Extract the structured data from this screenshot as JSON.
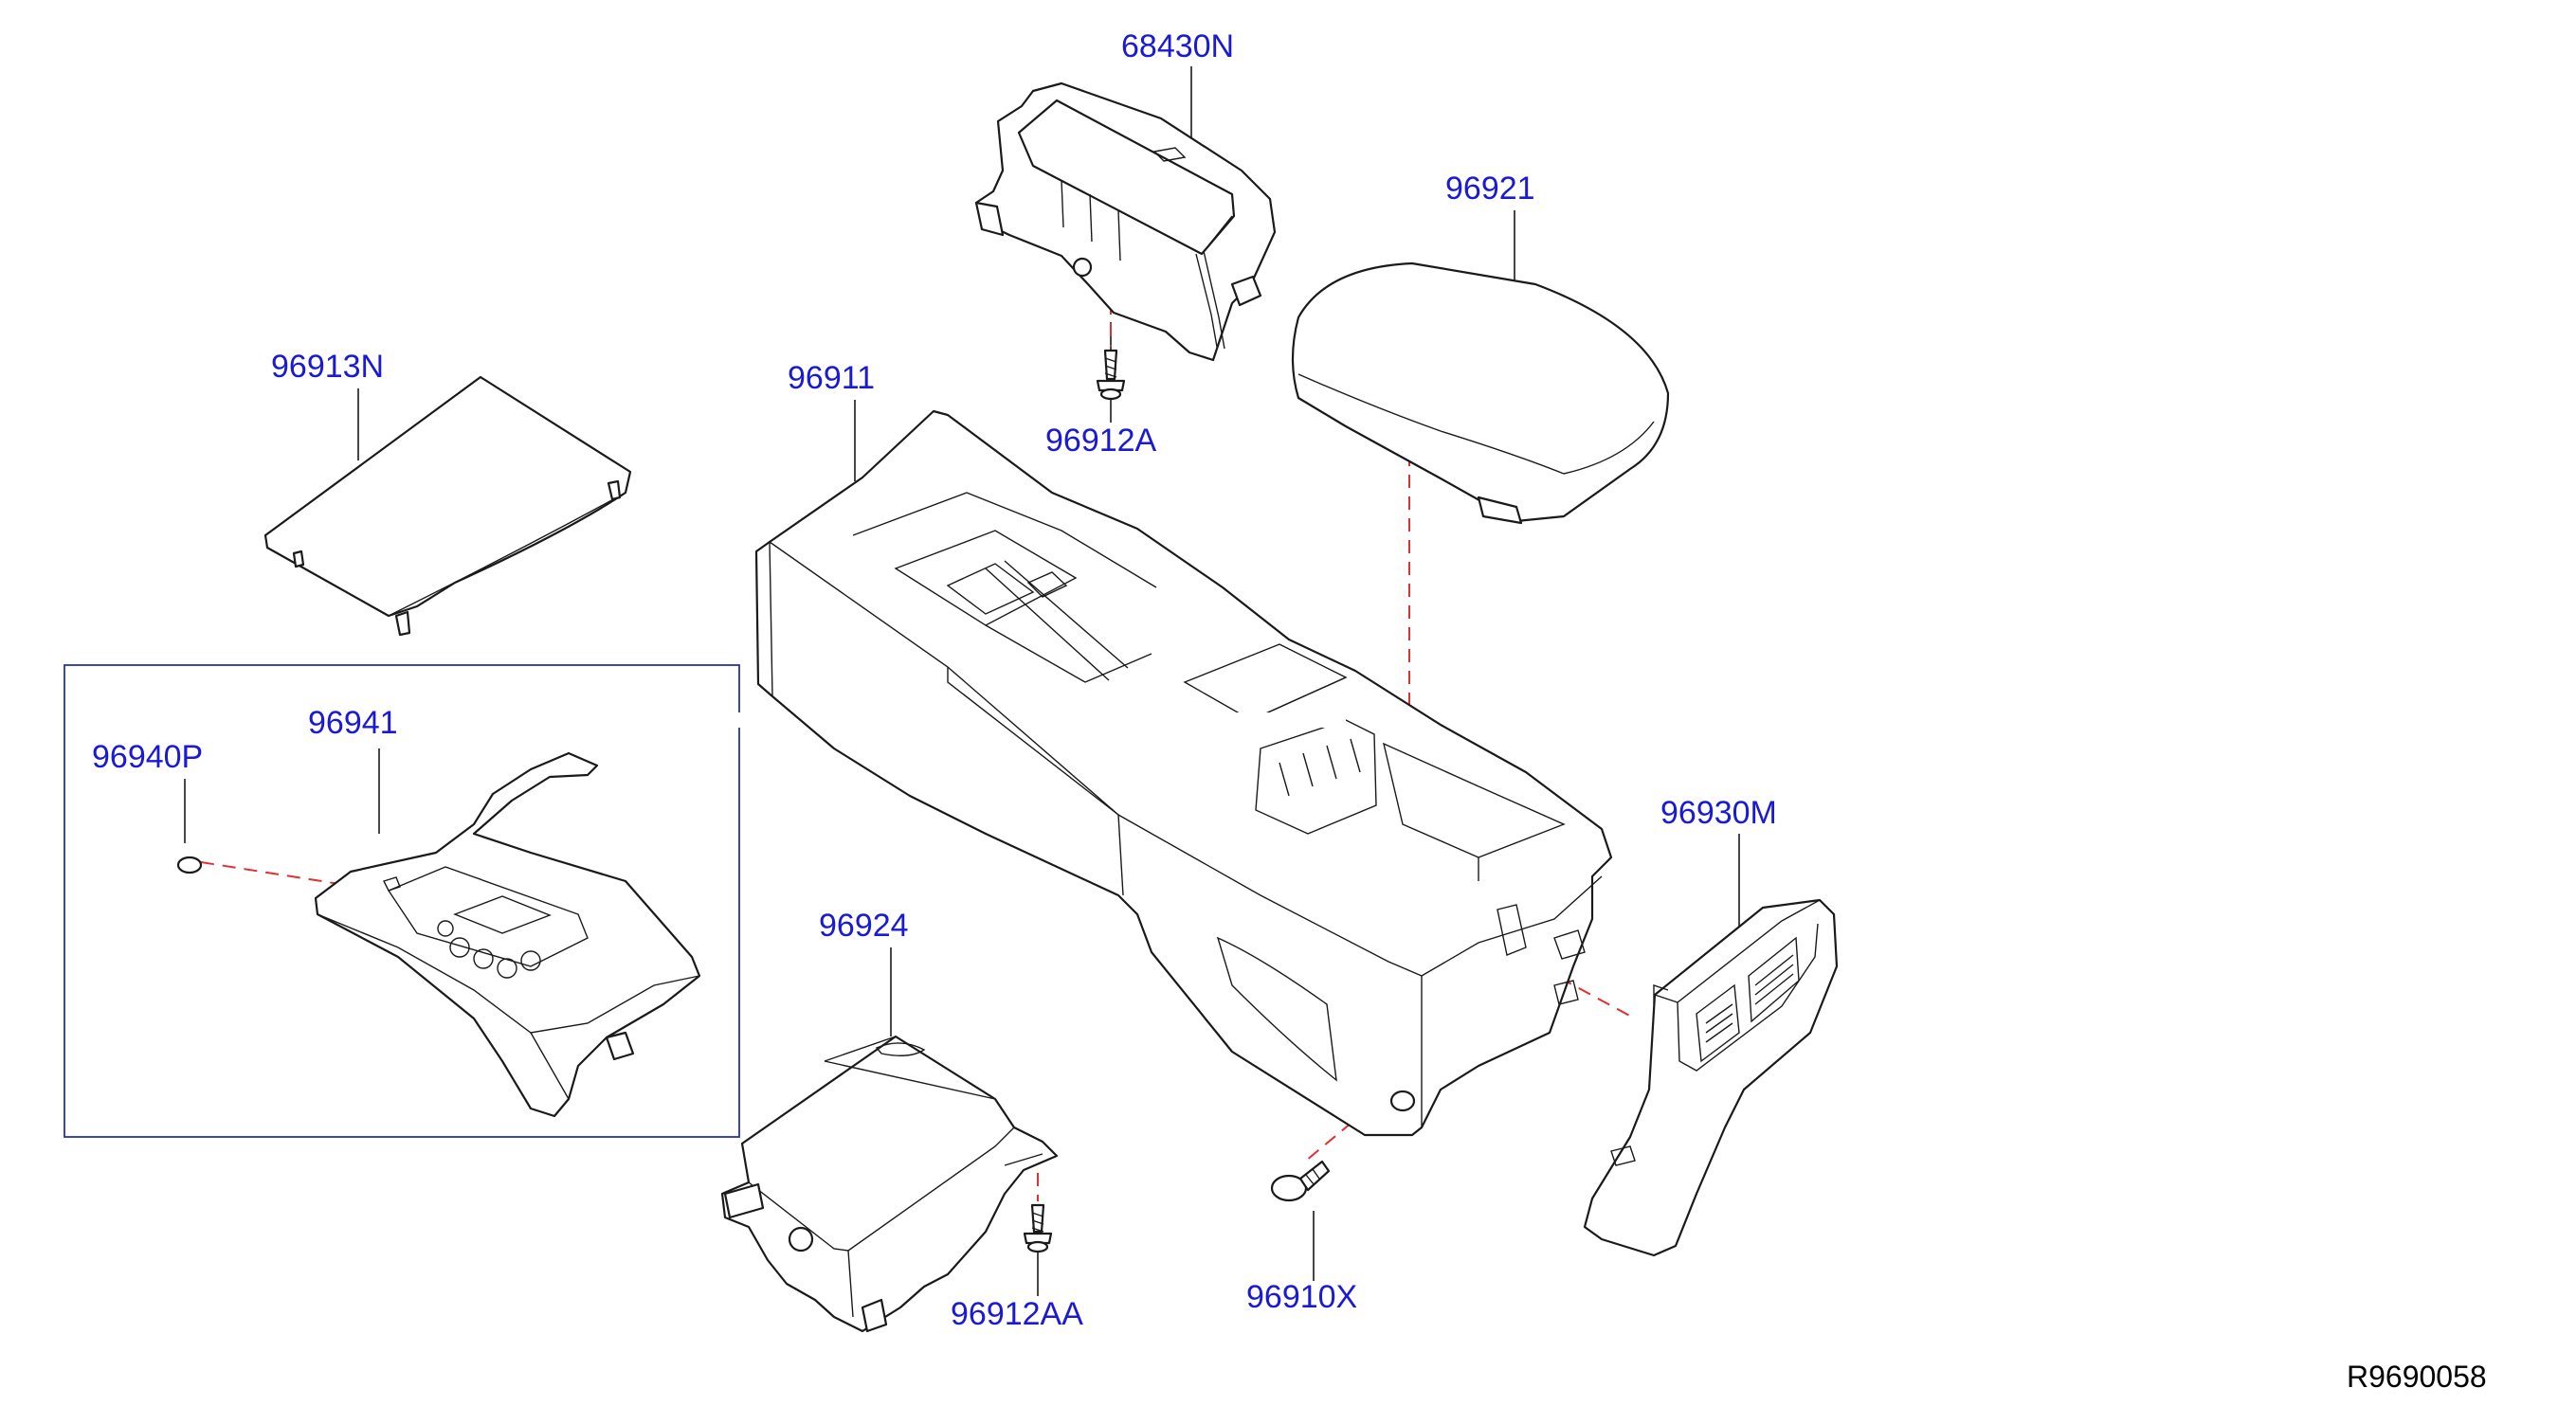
{
  "diagram": {
    "code": "R9690058",
    "colors": {
      "label": "#1a1ad6",
      "outline": "#1a1a1a",
      "guide": "#e03030",
      "inset_box": "#2233aa"
    },
    "labels": {
      "cup_holder": "68430N",
      "armrest": "96921",
      "lid": "96913N",
      "console_body": "96911",
      "screw_a": "96912A",
      "plug": "96940P",
      "finisher": "96941",
      "rear_vent": "96930M",
      "tray": "96924",
      "screw_aa": "96912AA",
      "clip": "96910X"
    }
  }
}
